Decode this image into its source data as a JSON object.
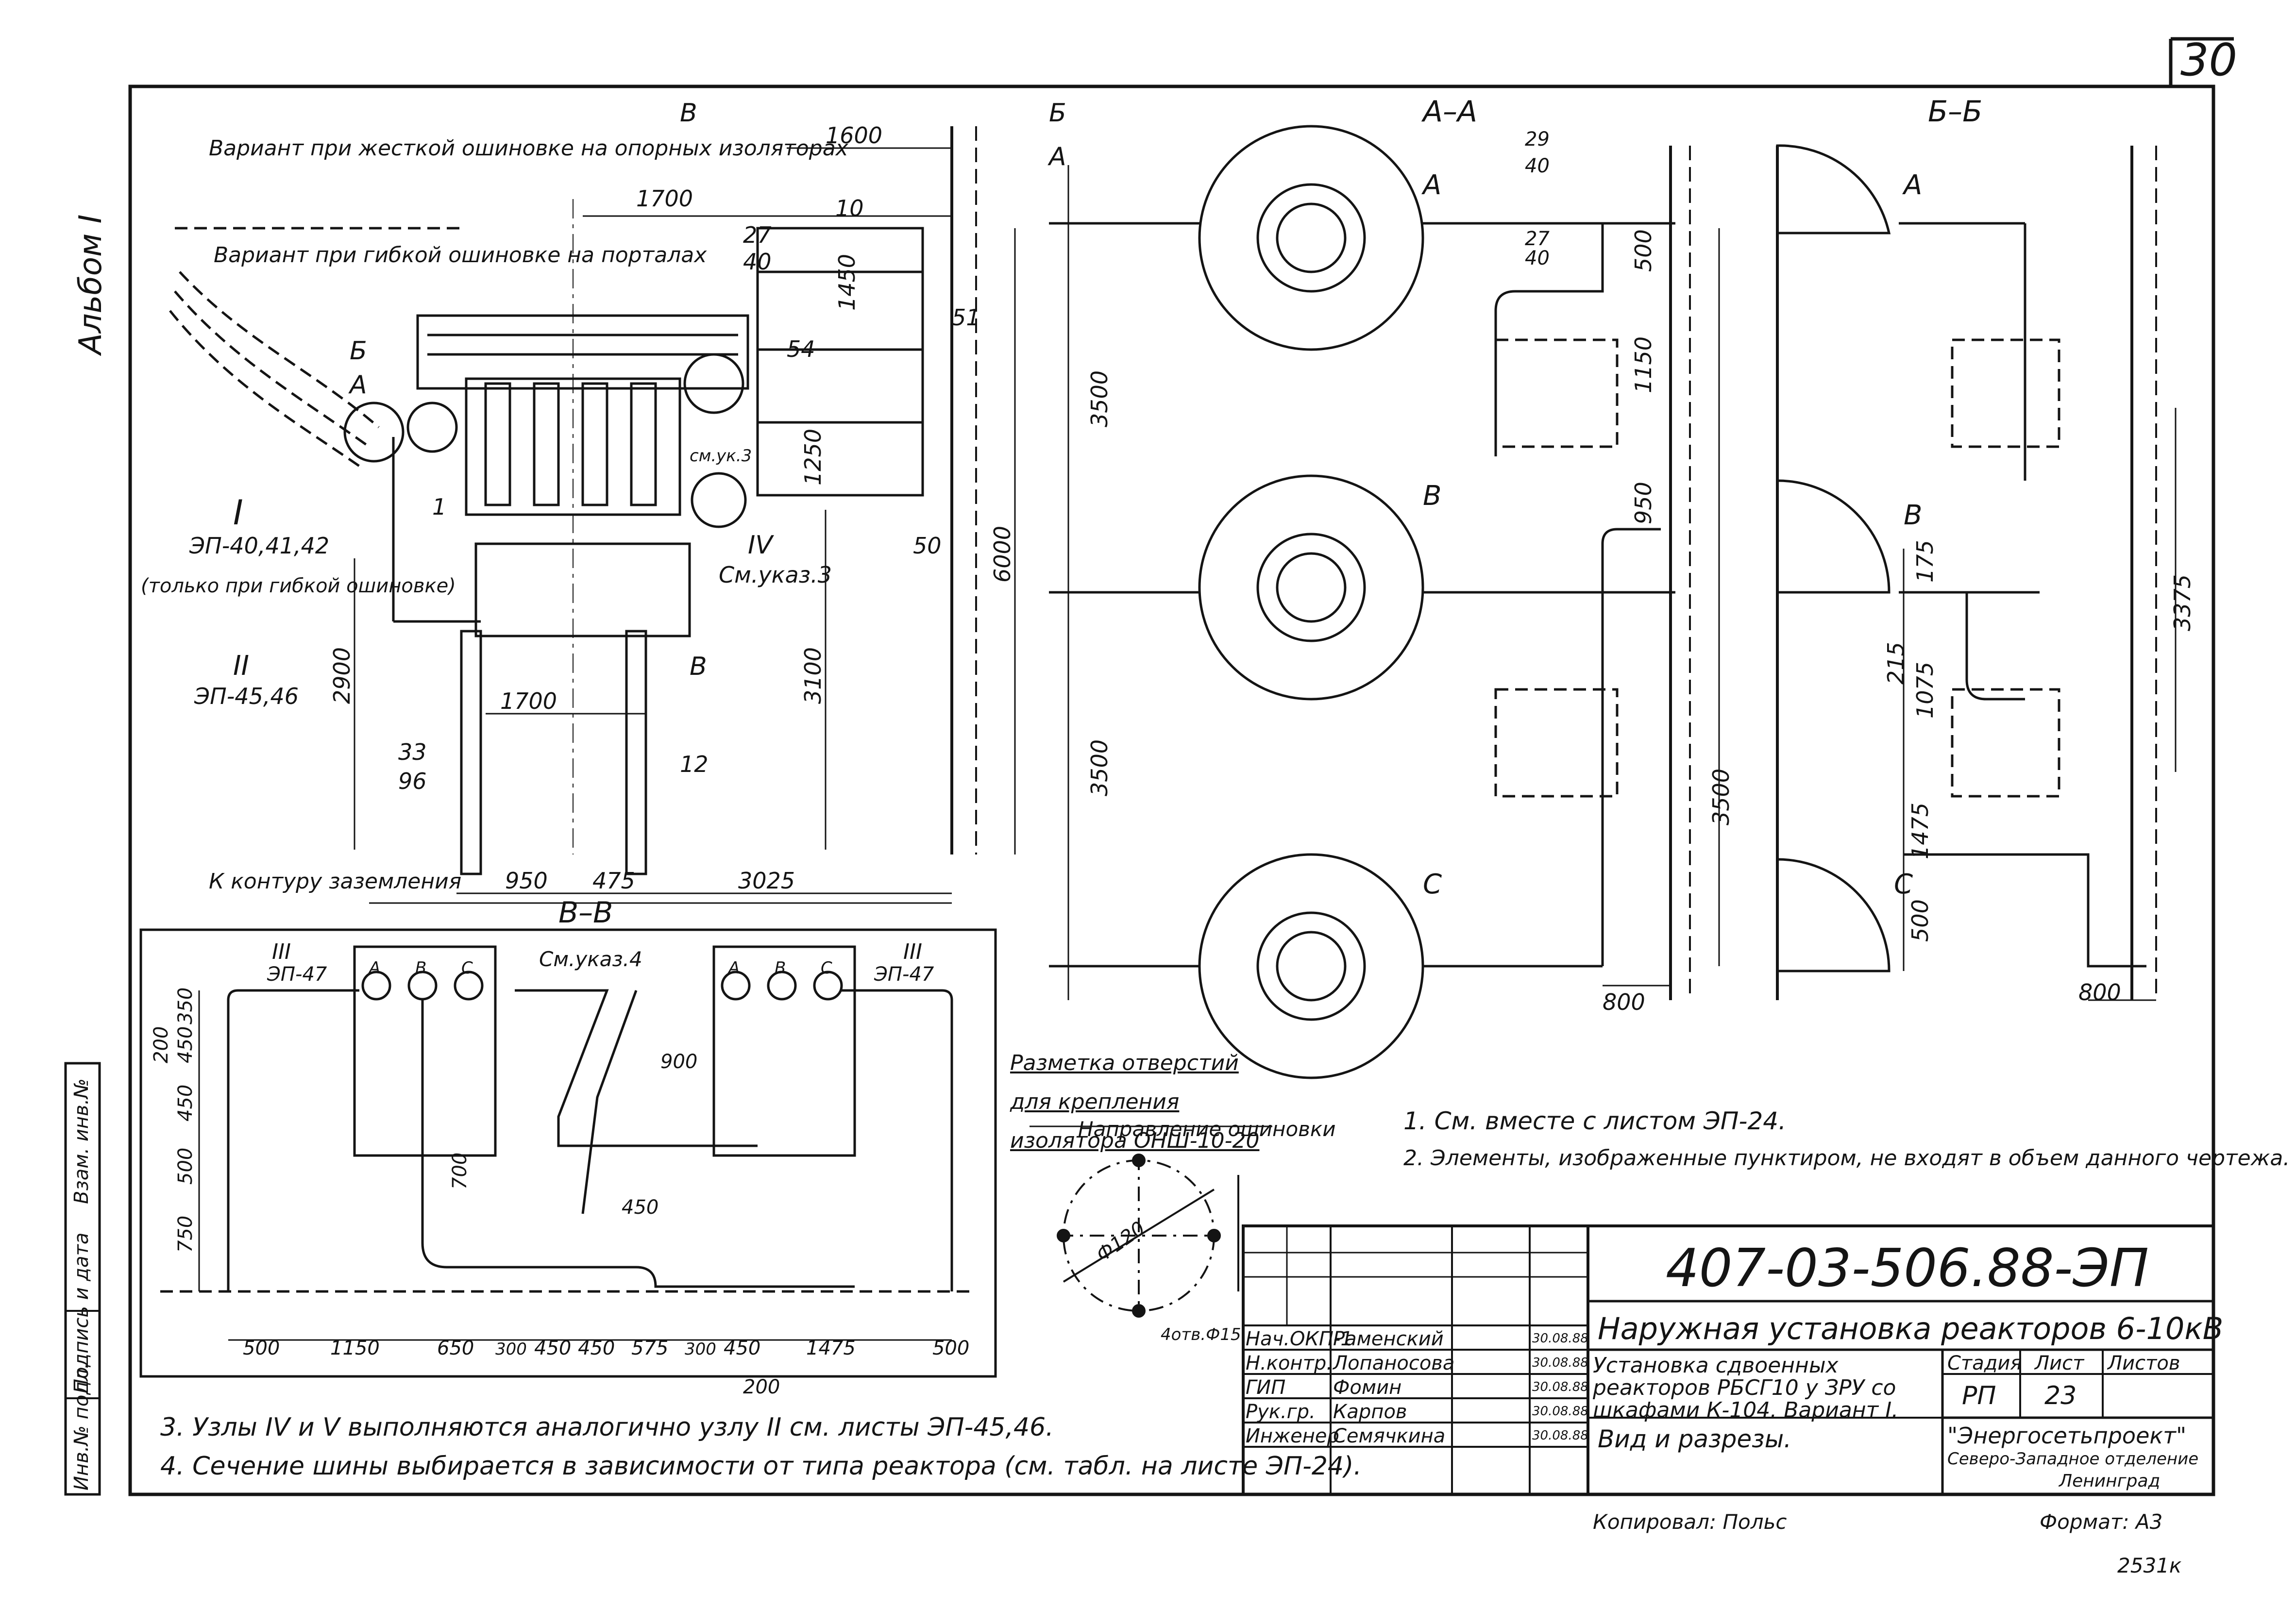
{
  "sheet": {
    "page_number": "30",
    "album": "Альбом I",
    "side_strip": [
      "Инв.№ подл.",
      "Подпись и дата",
      "Взам. инв.№"
    ]
  },
  "view_main": {
    "callouts": {
      "variant_rigid": "Вариант при жесткой ошиновке на опорных изоляторах",
      "variant_flexible": "Вариант при гибкой ошиновке на порталах",
      "node_I": "I",
      "node_I_ref": "ЭП-40,41,42",
      "node_I_note": "(только при гибкой ошиновке)",
      "node_II": "II",
      "node_II_ref": "ЭП-45,46",
      "node_IV": "IV",
      "node_IV_ref": "См.указ.3",
      "node_III_ref": "см.ук.3",
      "grounding": "К контуру заземления",
      "pos_1": "1",
      "pos_10": "10",
      "pos_12": "12",
      "pos_27": "27",
      "pos_40": "40",
      "pos_50": "50",
      "pos_51": "51",
      "pos_54": "54",
      "pos_33_96": [
        "33",
        "96"
      ]
    },
    "dims": [
      "1600",
      "1700",
      "1450",
      "1250",
      "6000",
      "3100",
      "2900",
      "1700",
      "950",
      "475",
      "3025"
    ],
    "section_marks": [
      "В",
      "Б",
      "А",
      "Б",
      "А",
      "В"
    ]
  },
  "view_AA": {
    "title": "А–А",
    "phases": [
      "A",
      "B",
      "C"
    ],
    "dims": [
      "3500",
      "3500",
      "500",
      "1150",
      "950",
      "3500",
      "800"
    ],
    "pos": [
      "29",
      "40",
      "27",
      "40"
    ]
  },
  "view_BB": {
    "title": "Б–Б",
    "phases": [
      "A",
      "B",
      "C"
    ],
    "dims": [
      "175",
      "215",
      "1075",
      "3375",
      "1475",
      "500",
      "800"
    ]
  },
  "view_VV": {
    "title": "В–В",
    "node_left": "III",
    "node_left_ref": "ЭП-47",
    "node_right": "III",
    "node_right_ref": "ЭП-47",
    "note": "См.указ.4",
    "phase_labels": [
      "A",
      "B",
      "C",
      "A",
      "B",
      "C"
    ],
    "dims_left": [
      "350",
      "450",
      "200",
      "450",
      "500",
      "750"
    ],
    "dims_inner": [
      "900",
      "700",
      "450",
      "200"
    ],
    "dims_bottom": [
      "500",
      "1150",
      "650",
      "300",
      "450",
      "450",
      "575",
      "300",
      "450",
      "1475",
      "500"
    ]
  },
  "hole_marking": {
    "title": "Разметка отверстий для крепления изолятора ОНШ-10-20",
    "direction": "Направление ошиновки",
    "diameter": "Ф120",
    "holes": "4отв.Ф15"
  },
  "notes": [
    "1. См. вместе с листом ЭП-24.",
    "2. Элементы, изображенные пунктиром, не входят в объем данного чертежа.",
    "3. Узлы IV и V выполняются аналогично узлу II см. листы ЭП-45,46.",
    "4. Сечение шины выбирается в зависимости от типа реактора (см. табл. на листе ЭП-24)."
  ],
  "title_block": {
    "code": "407-03-506.88-ЭП",
    "object": "Наружная установка реакторов 6-10кВ",
    "sheet_title": "Установка сдвоенных реакторов РБСГ10 у ЗРУ со шкафами К-104. Вариант I.",
    "drawing_name": "Вид и разрезы.",
    "stage_label": "Стадия",
    "sheet_label": "Лист",
    "sheets_label": "Листов",
    "stage": "РП",
    "sheet": "23",
    "org": "\"Энергосетьпроект\"",
    "branch": "Северо-Западное отделение",
    "city": "Ленинград",
    "copied": "Копировал: Польс",
    "format": "Формат: А3",
    "inventory": "2531к",
    "signers": [
      {
        "role": "Нач.ОКП-1",
        "name": "Раменский",
        "date": "30.08.88"
      },
      {
        "role": "Н.контр.",
        "name": "Лопаносова",
        "date": "30.08.88"
      },
      {
        "role": "ГИП",
        "name": "Фомин",
        "date": "30.08.88"
      },
      {
        "role": "Рук.гр.",
        "name": "Карпов",
        "date": "30.08.88"
      },
      {
        "role": "Инженер",
        "name": "Семячкина",
        "date": "30.08.88"
      }
    ]
  }
}
